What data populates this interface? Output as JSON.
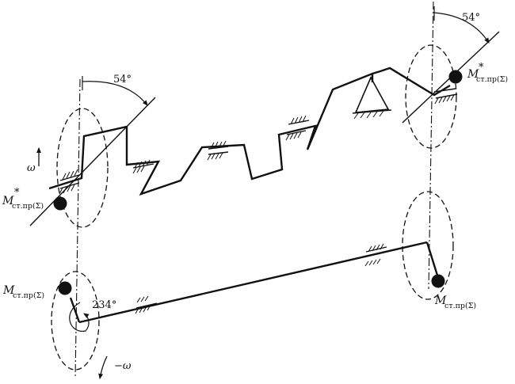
{
  "labels": {
    "angle_top_left": "54°",
    "angle_top_right": "54°",
    "angle_bottom_left": "234°",
    "omega_left": "ω",
    "omega_bottom": "−ω",
    "moment_main": "M",
    "moment_star": "*",
    "moment_sub": "ст.пр(Σ)"
  }
}
